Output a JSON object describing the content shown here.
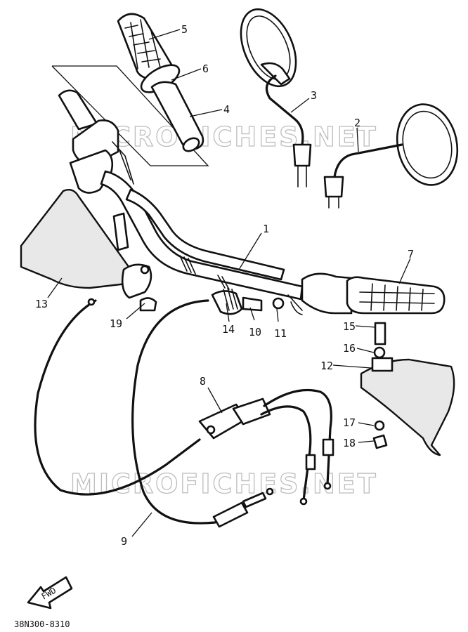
{
  "diagram": {
    "drawing_code": "38N300-8310",
    "watermark": "MICROFICHES.NET",
    "direction_label": "FWD",
    "callouts": [
      "1",
      "2",
      "3",
      "4",
      "5",
      "6",
      "7",
      "8",
      "9",
      "10",
      "11",
      "12",
      "13",
      "14",
      "15",
      "16",
      "17",
      "18",
      "19"
    ]
  }
}
